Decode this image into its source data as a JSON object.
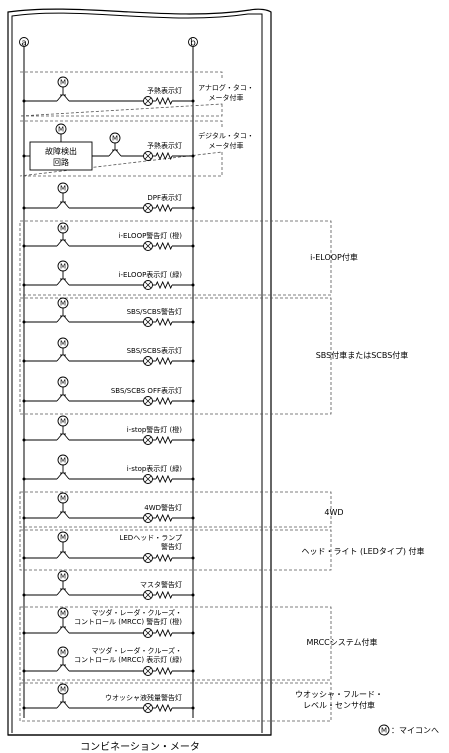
{
  "buses": {
    "a": "a",
    "b": "b"
  },
  "mode_lines": [
    {
      "id": "m1",
      "label": "予熱表示灯"
    },
    {
      "id": "m2",
      "label": "予熱表示灯"
    },
    {
      "id": "m3",
      "label": "DPF表示灯"
    },
    {
      "id": "m4",
      "label": "i-ELOOP警告灯 (橙)"
    },
    {
      "id": "m5",
      "label": "i-ELOOP表示灯 (緑)"
    },
    {
      "id": "m6",
      "label": "SBS/SCBS警告灯"
    },
    {
      "id": "m7",
      "label": "SBS/SCBS表示灯"
    },
    {
      "id": "m8",
      "label": "SBS/SCBS OFF表示灯"
    },
    {
      "id": "m9",
      "label": "i-stop警告灯 (橙)"
    },
    {
      "id": "m10",
      "label": "i-stop表示灯 (緑)"
    },
    {
      "id": "m11",
      "label": "4WD警告灯"
    },
    {
      "id": "m12",
      "label_lines": [
        "LEDヘッド・ランプ",
        "警告灯"
      ]
    },
    {
      "id": "m13",
      "label": "マスタ警告灯"
    },
    {
      "id": "m14",
      "label_lines": [
        "マツダ・レーダ・クルーズ・",
        "コントロール (MRCC) 警告灯 (橙)"
      ]
    },
    {
      "id": "m15",
      "label_lines": [
        "マツダ・レーダ・クルーズ・",
        "コントロール (MRCC) 表示灯 (緑)"
      ]
    },
    {
      "id": "m16",
      "label": "ウオッシャ液残量警告灯"
    }
  ],
  "fault_circuit": {
    "lines": [
      "故障検出",
      "回路"
    ]
  },
  "inner_notes": {
    "analog": [
      "アナログ・タコ・",
      "メータ付車"
    ],
    "digital": [
      "デジタル・タコ・",
      "メータ付車"
    ]
  },
  "groups": {
    "ieloop": "i-ELOOP付車",
    "sbs": "SBS付車またはSCBS付車",
    "wd": "4WD",
    "led": "ヘッド・ライト (LEDタイプ) 付車",
    "mrcc": "MRCCシステム付車",
    "washer": [
      "ウオッシャ・フルード・",
      "レベル・センサ付車"
    ]
  },
  "legend": {
    "symbol": "M",
    "text": "：マイコンへ"
  },
  "footer": "コンビネーション・メータ",
  "icons": [
    "microcomputer-relay-icon",
    "lamp-icon",
    "resistor-icon"
  ]
}
